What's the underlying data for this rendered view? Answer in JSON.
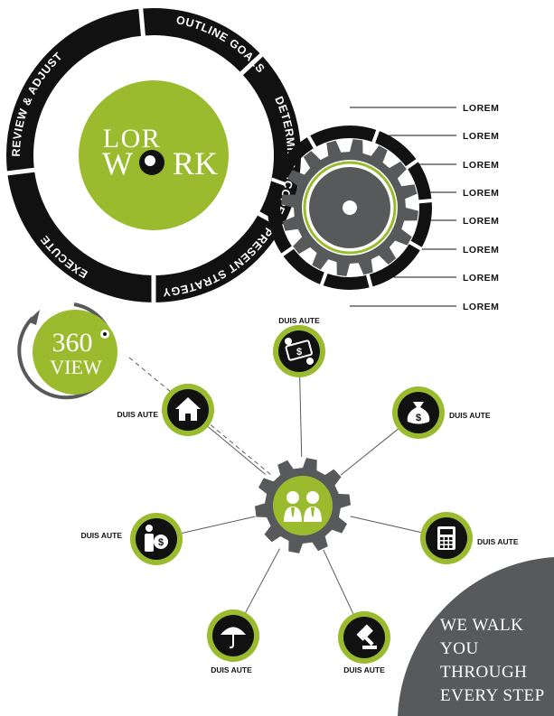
{
  "brand": {
    "line1": "LOR",
    "line2_left": "W",
    "line2_right": "RK"
  },
  "cycle": {
    "steps": [
      "OUTLINE GOALS",
      "DETERMINE SCOPE",
      "PRESENT STRATEGY",
      "EXECUTE",
      "REVIEW & ADJUST"
    ]
  },
  "gear_labels": [
    "LOREM",
    "LOREM",
    "LOREM",
    "LOREM",
    "LOREM",
    "LOREM",
    "LOREM",
    "LOREM"
  ],
  "view_badge": {
    "number": "360",
    "degree": "°",
    "label": "VIEW"
  },
  "network": {
    "hub_icon": "team-people-icon",
    "nodes": [
      {
        "label": "DUIS AUTE",
        "icon": "money-exchange-icon"
      },
      {
        "label": "DUIS AUTE",
        "icon": "money-bag-icon"
      },
      {
        "label": "DUIS AUTE",
        "icon": "calculator-icon"
      },
      {
        "label": "DUIS AUTE",
        "icon": "auction-gavel-icon"
      },
      {
        "label": "DUIS AUTE",
        "icon": "umbrella-icon"
      },
      {
        "label": "DUIS AUTE",
        "icon": "person-dollar-icon"
      },
      {
        "label": "DUIS AUTE",
        "icon": "house-icon"
      }
    ]
  },
  "corner": {
    "lines": [
      "WE WALK",
      "YOU",
      "THROUGH",
      "EVERY STEP"
    ]
  },
  "colors": {
    "accent_green": "#9bbb2f",
    "dark": "#111111",
    "gray": "#58595b"
  }
}
